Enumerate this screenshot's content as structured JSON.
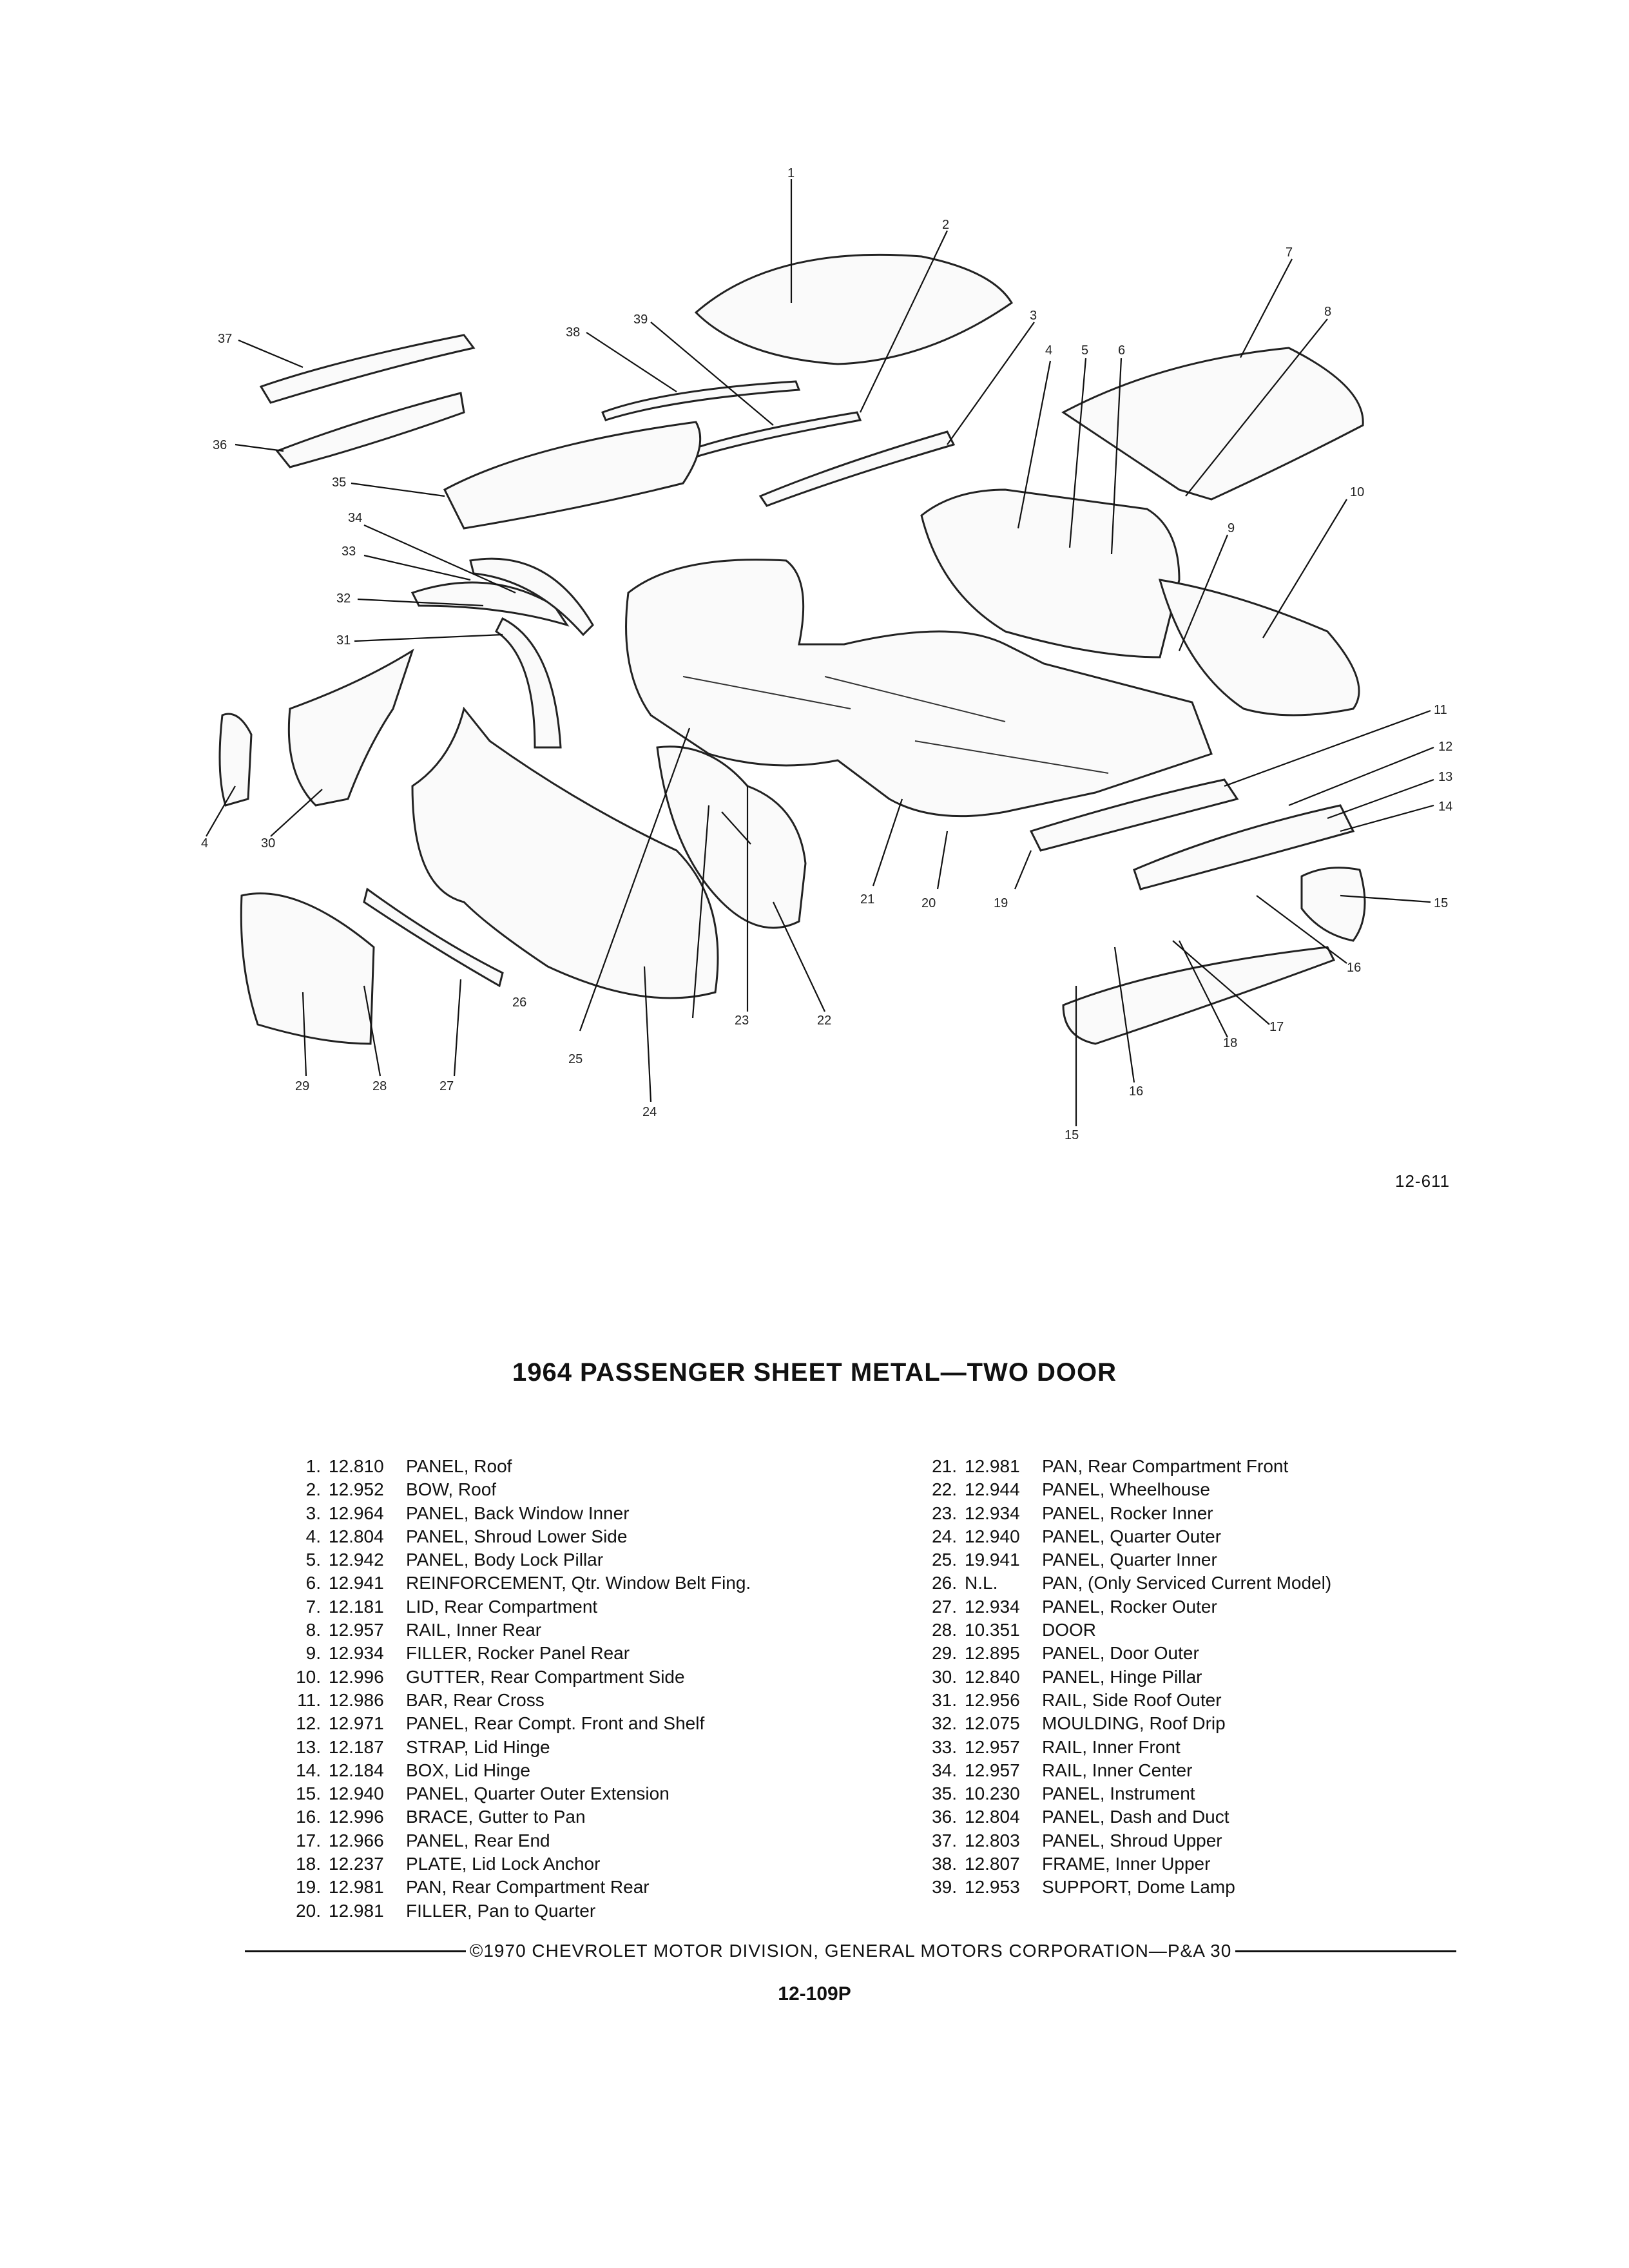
{
  "figure": {
    "ref": "12-611",
    "callouts": [
      "1",
      "2",
      "3",
      "4",
      "5",
      "6",
      "7",
      "8",
      "9",
      "10",
      "11",
      "12",
      "13",
      "14",
      "15",
      "16",
      "17",
      "18",
      "19",
      "20",
      "21",
      "22",
      "23",
      "24",
      "25",
      "26",
      "27",
      "28",
      "29",
      "30",
      "31",
      "32",
      "33",
      "34",
      "35",
      "36",
      "37",
      "38",
      "39"
    ]
  },
  "title": "1964 PASSENGER SHEET METAL—TWO DOOR",
  "parts_left": [
    {
      "num": "1.",
      "code": "12.810",
      "desc": "PANEL, Roof"
    },
    {
      "num": "2.",
      "code": "12.952",
      "desc": "BOW, Roof"
    },
    {
      "num": "3.",
      "code": "12.964",
      "desc": "PANEL, Back Window Inner"
    },
    {
      "num": "4.",
      "code": "12.804",
      "desc": "PANEL, Shroud Lower Side"
    },
    {
      "num": "5.",
      "code": "12.942",
      "desc": "PANEL, Body Lock Pillar"
    },
    {
      "num": "6.",
      "code": "12.941",
      "desc": "REINFORCEMENT, Qtr. Window Belt Fing."
    },
    {
      "num": "7.",
      "code": "12.181",
      "desc": "LID, Rear Compartment"
    },
    {
      "num": "8.",
      "code": "12.957",
      "desc": "RAIL, Inner Rear"
    },
    {
      "num": "9.",
      "code": "12.934",
      "desc": "FILLER, Rocker Panel Rear"
    },
    {
      "num": "10.",
      "code": "12.996",
      "desc": "GUTTER, Rear Compartment Side"
    },
    {
      "num": "11.",
      "code": "12.986",
      "desc": "BAR, Rear Cross"
    },
    {
      "num": "12.",
      "code": "12.971",
      "desc": "PANEL, Rear Compt. Front and Shelf"
    },
    {
      "num": "13.",
      "code": "12.187",
      "desc": "STRAP, Lid Hinge"
    },
    {
      "num": "14.",
      "code": "12.184",
      "desc": "BOX, Lid Hinge"
    },
    {
      "num": "15.",
      "code": "12.940",
      "desc": "PANEL, Quarter Outer Extension"
    },
    {
      "num": "16.",
      "code": "12.996",
      "desc": "BRACE, Gutter to Pan"
    },
    {
      "num": "17.",
      "code": "12.966",
      "desc": "PANEL, Rear End"
    },
    {
      "num": "18.",
      "code": "12.237",
      "desc": "PLATE, Lid Lock Anchor"
    },
    {
      "num": "19.",
      "code": "12.981",
      "desc": "PAN, Rear Compartment Rear"
    },
    {
      "num": "20.",
      "code": "12.981",
      "desc": "FILLER, Pan to Quarter"
    }
  ],
  "parts_right": [
    {
      "num": "21.",
      "code": "12.981",
      "desc": "PAN, Rear Compartment Front"
    },
    {
      "num": "22.",
      "code": "12.944",
      "desc": "PANEL, Wheelhouse"
    },
    {
      "num": "23.",
      "code": "12.934",
      "desc": "PANEL, Rocker Inner"
    },
    {
      "num": "24.",
      "code": "12.940",
      "desc": "PANEL, Quarter Outer"
    },
    {
      "num": "25.",
      "code": "19.941",
      "desc": "PANEL, Quarter Inner"
    },
    {
      "num": "26.",
      "code": "N.L.",
      "desc": "PAN, (Only Serviced Current Model)"
    },
    {
      "num": "27.",
      "code": "12.934",
      "desc": "PANEL, Rocker Outer"
    },
    {
      "num": "28.",
      "code": "10.351",
      "desc": "DOOR"
    },
    {
      "num": "29.",
      "code": "12.895",
      "desc": "PANEL, Door Outer"
    },
    {
      "num": "30.",
      "code": "12.840",
      "desc": "PANEL, Hinge Pillar"
    },
    {
      "num": "31.",
      "code": "12.956",
      "desc": "RAIL, Side Roof Outer"
    },
    {
      "num": "32.",
      "code": "12.075",
      "desc": "MOULDING, Roof Drip"
    },
    {
      "num": "33.",
      "code": "12.957",
      "desc": "RAIL, Inner Front"
    },
    {
      "num": "34.",
      "code": "12.957",
      "desc": "RAIL, Inner Center"
    },
    {
      "num": "35.",
      "code": "10.230",
      "desc": "PANEL, Instrument"
    },
    {
      "num": "36.",
      "code": "12.804",
      "desc": "PANEL, Dash and Duct"
    },
    {
      "num": "37.",
      "code": "12.803",
      "desc": "PANEL, Shroud Upper"
    },
    {
      "num": "38.",
      "code": "12.807",
      "desc": "FRAME, Inner Upper"
    },
    {
      "num": "39.",
      "code": "12.953",
      "desc": "SUPPORT, Dome Lamp"
    }
  ],
  "footer": "©1970 CHEVROLET MOTOR DIVISION, GENERAL MOTORS CORPORATION—P&A 30",
  "page_number": "12-109P"
}
